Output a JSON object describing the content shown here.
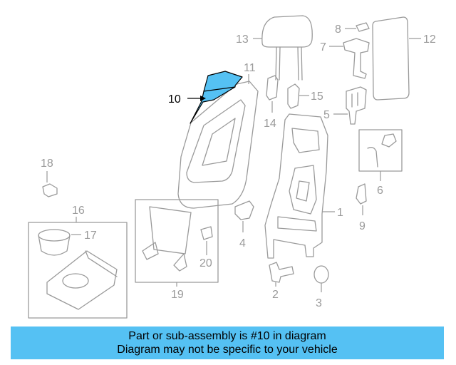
{
  "diagram": {
    "highlight_color": "#55c1f3",
    "line_color": "#9a9a9a",
    "highlighted_part": "10",
    "callouts": {
      "c1": "1",
      "c2": "2",
      "c3": "3",
      "c4": "4",
      "c5": "5",
      "c6": "6",
      "c7": "7",
      "c8": "8",
      "c9": "9",
      "c10": "10",
      "c11": "11",
      "c12": "12",
      "c13": "13",
      "c14": "14",
      "c15": "15",
      "c16": "16",
      "c17": "17",
      "c18": "18",
      "c19": "19",
      "c20": "20"
    }
  },
  "banner": {
    "line1": "Part or sub-assembly is #10 in diagram",
    "line2": "Diagram may not be specific to your vehicle",
    "background": "#55c1f3"
  }
}
